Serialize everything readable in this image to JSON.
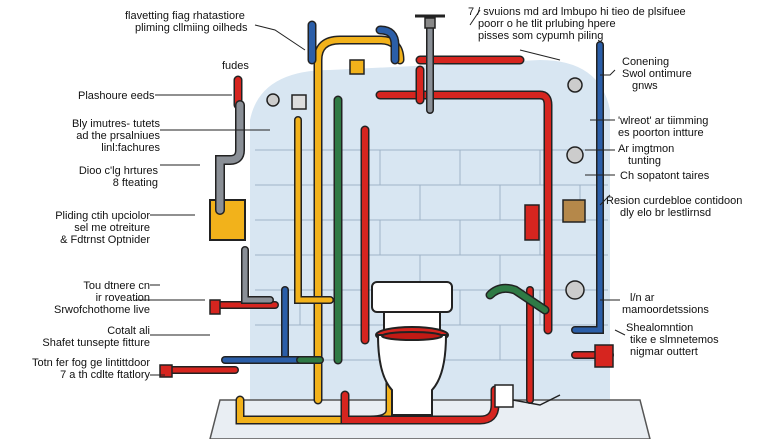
{
  "labels": {
    "top_left": {
      "line1": "flavetting fiag rhatastiore",
      "line2": "pliming cllmiing oilheds"
    },
    "top_right": {
      "line1": "7 / svuions md ard lmbupo hi tieo de plsifuee",
      "line2": "poorr o he tlit prlubing hpere",
      "line3": "pisses som cypumh piling"
    },
    "fudes": "fudes",
    "left_1": "Plashoure eeds",
    "left_2": {
      "line1": "Bly imutres- tutets",
      "line2": "ad the prsalniues",
      "line3": "linl:fachures"
    },
    "left_3": {
      "line1": "Dioo c'lg hrtures",
      "line2": "8 fteating"
    },
    "left_4": {
      "line1": "Pliding ctih upciolor",
      "line2": "sel me otreiture",
      "line3": "& Fdtrnst Optnider"
    },
    "left_5": {
      "line1": "Tou dtnere cn",
      "line2": "ir roveation",
      "line3": "Srwofchothome live"
    },
    "left_6": {
      "line1": "Cotalt ali",
      "line2": "Shafet tunsepte fitture"
    },
    "left_7": {
      "line1": "Totn fer fog ge lintittdoor",
      "line2": "7 a th cdlte ftatlory"
    },
    "right_1": {
      "line1": "Conening",
      "line2": "Swol ontimure",
      "line3": "gnws"
    },
    "right_2": {
      "line1": "'wlreot' ar tiimming",
      "line2": "es poorton intture"
    },
    "right_3": {
      "line1": "Ar imgtmon",
      "line2": "tunting"
    },
    "right_4": "Ch sopatont taires",
    "right_5": {
      "line1": "Resion curdebloe contidoon",
      "line2": "dly elo br lestlirnsd"
    },
    "right_6": {
      "line1": "l/n ar",
      "line2": "mamoordetssions"
    },
    "right_7": {
      "line1": "Shealomntion",
      "line2": "tike e slmnetemos",
      "line3": "nigmar outtert"
    }
  },
  "colors": {
    "wall": "#d8e6f2",
    "wall_line": "#9fb4c8",
    "cold_pipe": "#2b5ea8",
    "hot_pipe": "#d6251f",
    "gas_pipe": "#f2b21b",
    "green_pipe": "#2f7a45",
    "grey_pipe": "#8a8f96"
  }
}
